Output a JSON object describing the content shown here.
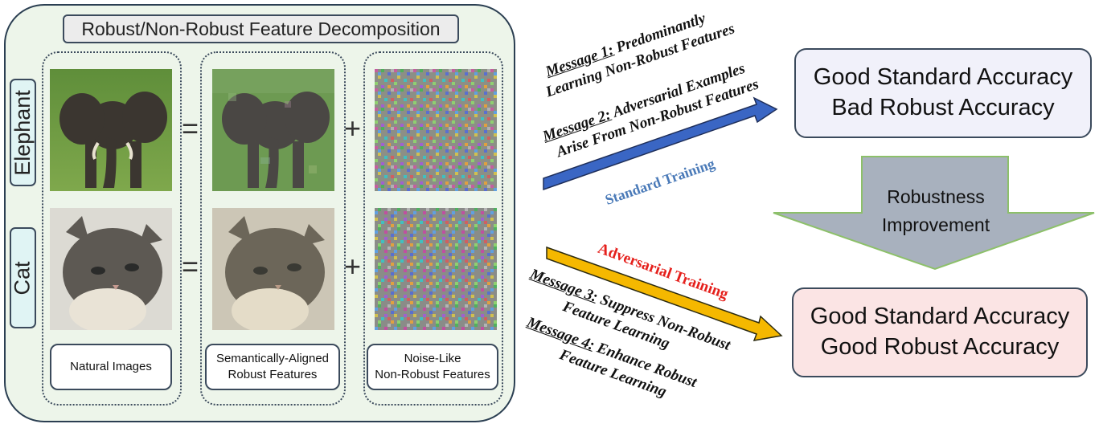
{
  "decomposition": {
    "title": "Robust/Non-Robust Feature Decomposition",
    "row_labels": {
      "elephant": "Elephant",
      "cat": "Cat"
    },
    "operators": {
      "equals": "=",
      "plus": "+"
    },
    "columns": {
      "natural": "Natural Images",
      "robust_line1": "Semantically-Aligned",
      "robust_line2": "Robust Features",
      "nonrobust_line1": "Noise-Like",
      "nonrobust_line2": "Non-Robust Features"
    }
  },
  "standard_training": {
    "label": "Standard Training",
    "label_color": "#4a7ab8",
    "arrow_color": "#3a66c4",
    "message1": {
      "prefix": "Message 1:",
      "line1_rest": " Predominantly",
      "line2": "Learning Non-Robust Features"
    },
    "message2": {
      "prefix": "Message 2:",
      "line1_rest": " Adversarial Examples",
      "line2": "Arise From Non-Robust Features"
    }
  },
  "adversarial_training": {
    "label": "Adversarial Training",
    "label_color": "#e5201c",
    "arrow_color": "#f5b800",
    "message3": {
      "prefix": "Message 3:",
      "line1_rest": " Suppress Non-Robust",
      "line2": "Feature Learning"
    },
    "message4": {
      "prefix": "Message 4:",
      "line1_rest": " Enhance Robust",
      "line2": "Feature Learning"
    }
  },
  "results": {
    "standard": {
      "line1": "Good Standard Accuracy",
      "line2": "Bad Robust Accuracy",
      "bg": "#f1f1fa"
    },
    "adversarial": {
      "line1": "Good Standard Accuracy",
      "line2": "Good Robust Accuracy",
      "bg": "#fbe4e4"
    },
    "improvement": {
      "line1": "Robustness",
      "line2": "Improvement",
      "fill": "#a8b1be",
      "stroke": "#8dc06a"
    }
  }
}
